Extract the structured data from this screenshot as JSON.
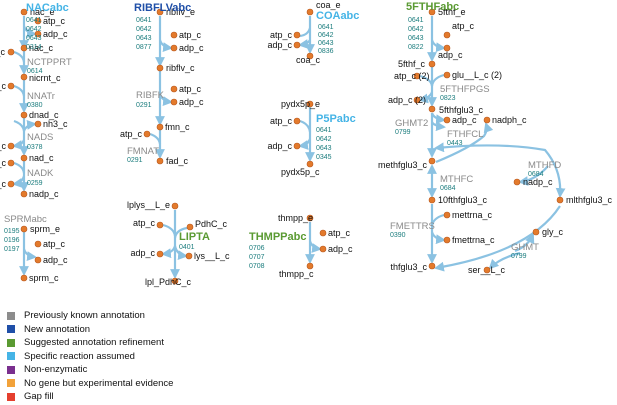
{
  "colors": {
    "arrow": "#8bc2e2",
    "node": "#e37a2c",
    "node_stroke": "#b8561a",
    "ec_text": "#1c7d7e",
    "gene_text": "#8a8a8a",
    "label_text": "#111111"
  },
  "legend": [
    {
      "label": "Previously known annotation",
      "color": "#8c8c8c"
    },
    {
      "label": "New annotation",
      "color": "#1f4fa8"
    },
    {
      "label": "Suggested annotation refinement",
      "color": "#5a9a32"
    },
    {
      "label": "Specific reaction assumed",
      "color": "#45b4e6"
    },
    {
      "label": "Non-enzymatic",
      "color": "#7a2f8e"
    },
    {
      "label": "No gene but experimental evidence",
      "color": "#f2a23a"
    },
    {
      "label": "Gap fill",
      "color": "#e53f2e"
    }
  ],
  "titles": [
    {
      "text": "NACabc",
      "color": "#45b4e6"
    },
    {
      "text": "RIBFLVabc",
      "color": "#1f4fa8"
    },
    {
      "text": "COAabc",
      "color": "#45b4e6"
    },
    {
      "text": "5FTHFabc",
      "color": "#5a9a32"
    },
    {
      "text": "P5Pabc",
      "color": "#45b4e6"
    },
    {
      "text": "LIPTA",
      "color": "#5a9a32"
    },
    {
      "text": "THMPPabc",
      "color": "#5a9a32"
    }
  ],
  "metabolites": [
    "nac_e",
    "atp_c",
    "adp_c",
    "nac_c",
    "prpp_c",
    "nicrnt_c",
    "atp_c",
    "dnad_c",
    "nh3_c",
    "amp_c",
    "nad_c",
    "atp_c",
    "adp_c",
    "nadp_c",
    "sprm_e",
    "atp_c",
    "adp_c",
    "sprm_c",
    "ribflv_e",
    "atp_c",
    "adp_c",
    "ribflv_c",
    "atp_c",
    "adp_c",
    "fmn_c",
    "atp_c",
    "fad_c",
    "lplys__L_e",
    "PdhC_c",
    "atp_c",
    "adp_c",
    "lys__L_c",
    "lpl_PdhC_c",
    "coa_e",
    "adp_c",
    "atp_c",
    "coa_c",
    "pydx5p_e",
    "atp_c",
    "adp_c",
    "pydx5p_c",
    "thmpp_e",
    "atp_c",
    "adp_c",
    "thmpp_c",
    "5fthf_e",
    "atp_c",
    "adp_c",
    "5fthf_c",
    "atp_c (2)",
    "glu__L_c (2)",
    "adp_c (2)",
    "5fthfglu3_c",
    "adp_c",
    "nadph_c",
    "methfglu3_c",
    "nadp_c",
    "10fthfglu3_c",
    "mettrna_c",
    "mlthfglu3_c",
    "fmettrna_c",
    "gly_c",
    "thfglu3_c",
    "ser__L_c"
  ],
  "ec_blocks": [
    [
      "0641",
      "0642",
      "0643",
      "0314"
    ],
    [
      "0614"
    ],
    [
      "0380"
    ],
    [
      "0378"
    ],
    [
      "0259"
    ],
    [
      "0195",
      "0196",
      "0197"
    ],
    [
      "0641",
      "0642",
      "0643",
      "0877"
    ],
    [
      "0291"
    ],
    [
      "0291"
    ],
    [
      "0401"
    ],
    [
      "0641",
      "0642",
      "0643",
      "0836"
    ],
    [
      "0641",
      "0642",
      "0643",
      "0345"
    ],
    [
      "0706",
      "0707",
      "0708"
    ],
    [
      "0641",
      "0642",
      "0643",
      "0822"
    ],
    [
      "0823"
    ],
    [
      "0799"
    ],
    [
      "0443"
    ],
    [
      "0684"
    ],
    [
      "0684"
    ],
    [
      "0390"
    ],
    [
      "0799"
    ]
  ],
  "genes": [
    "NCTPPRT",
    "NNATr",
    "NADS",
    "NADK",
    "SPRMabc",
    "RIBFK",
    "FMNAT",
    "5FTHFPGS",
    "GHMT2",
    "FTHFCL",
    "MTHFD",
    "MTHFC",
    "FMETTRS",
    "GHMT"
  ]
}
